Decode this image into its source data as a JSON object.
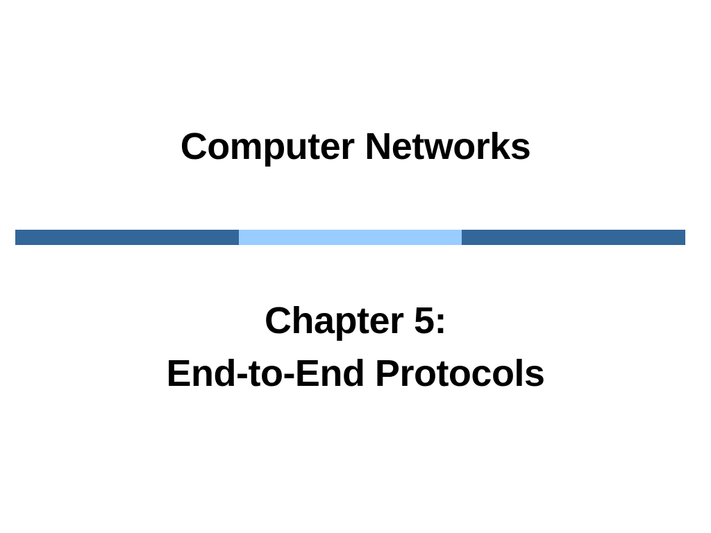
{
  "slide": {
    "title": "Computer Networks",
    "subtitle_line1": "Chapter 5:",
    "subtitle_line2": "End-to-End Protocols"
  },
  "colors": {
    "divider_dark": "#336699",
    "divider_light": "#99ccff",
    "text": "#000000",
    "background": "#ffffff"
  }
}
